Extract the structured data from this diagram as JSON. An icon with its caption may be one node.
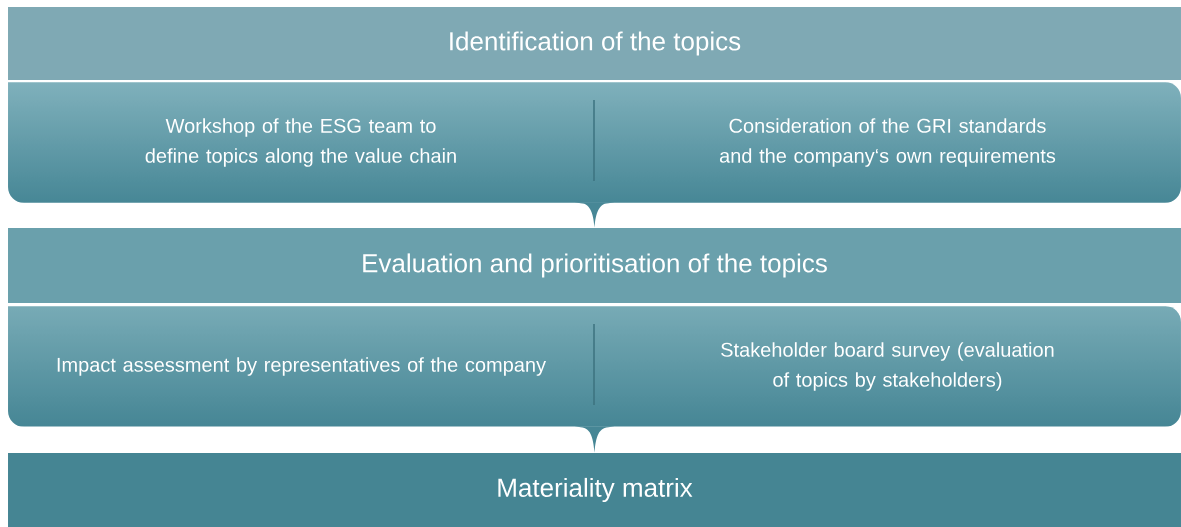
{
  "diagram": {
    "nodes": [
      {
        "text": [
          "Identification of the topics"
        ]
      },
      {
        "text": [
          "Workshop of the ESG team to define topics along the value chain",
          "Consideration of the GRI standards and the company‘s own requirements"
        ]
      },
      {
        "text": [
          "Evaluation and prioritisation of the topics"
        ]
      },
      {
        "text": [
          "Impact assessment by representatives of the company",
          "Stakeholder board survey (evaluation of topics by stakeholders)"
        ]
      },
      {
        "text": [
          "Materiality matrix"
        ]
      }
    ],
    "edges": [
      {
        "from": 1,
        "to": 2,
        "arrow": "to"
      },
      {
        "from": 3,
        "to": 4,
        "arrow": "to"
      }
    ]
  }
}
